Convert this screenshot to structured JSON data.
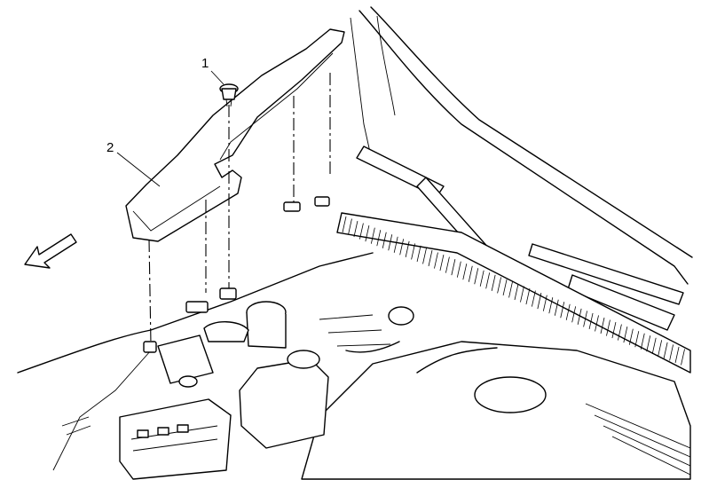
{
  "callouts": {
    "item_1": "1",
    "item_2": "2"
  },
  "parts": {
    "item_1": "push-pin-retainer",
    "item_2": "air-inlet-grille-panel-extension"
  },
  "icons": {
    "direction_arrow": "arrow-front-of-vehicle-icon"
  },
  "colors": {
    "line": "#000000",
    "background": "#ffffff"
  }
}
